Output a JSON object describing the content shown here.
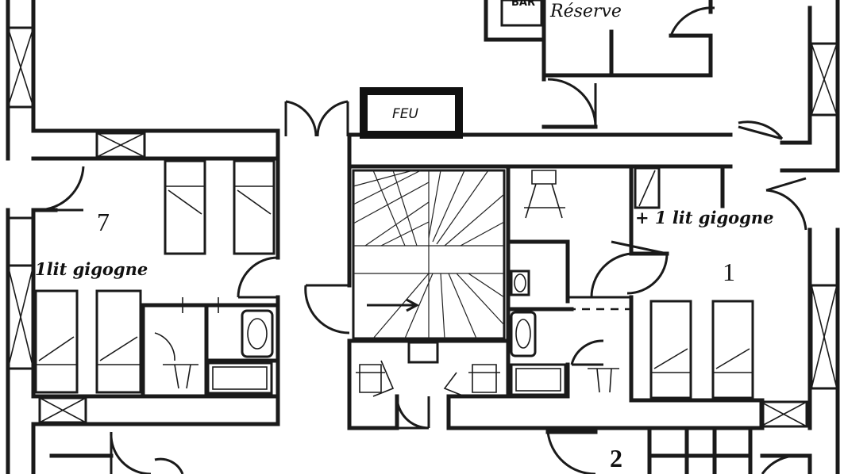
{
  "labels": {
    "bar": "BAR",
    "reserve": "Réserve",
    "feu": "FEU",
    "room_7": "7",
    "room_1": "1",
    "room_2": "2",
    "extra_bed_left": "1lit gigogne",
    "extra_bed_right": "+ 1 lit gigogne"
  },
  "colors": {
    "ink": "#1a1a1a",
    "paper": "#ffffff"
  }
}
